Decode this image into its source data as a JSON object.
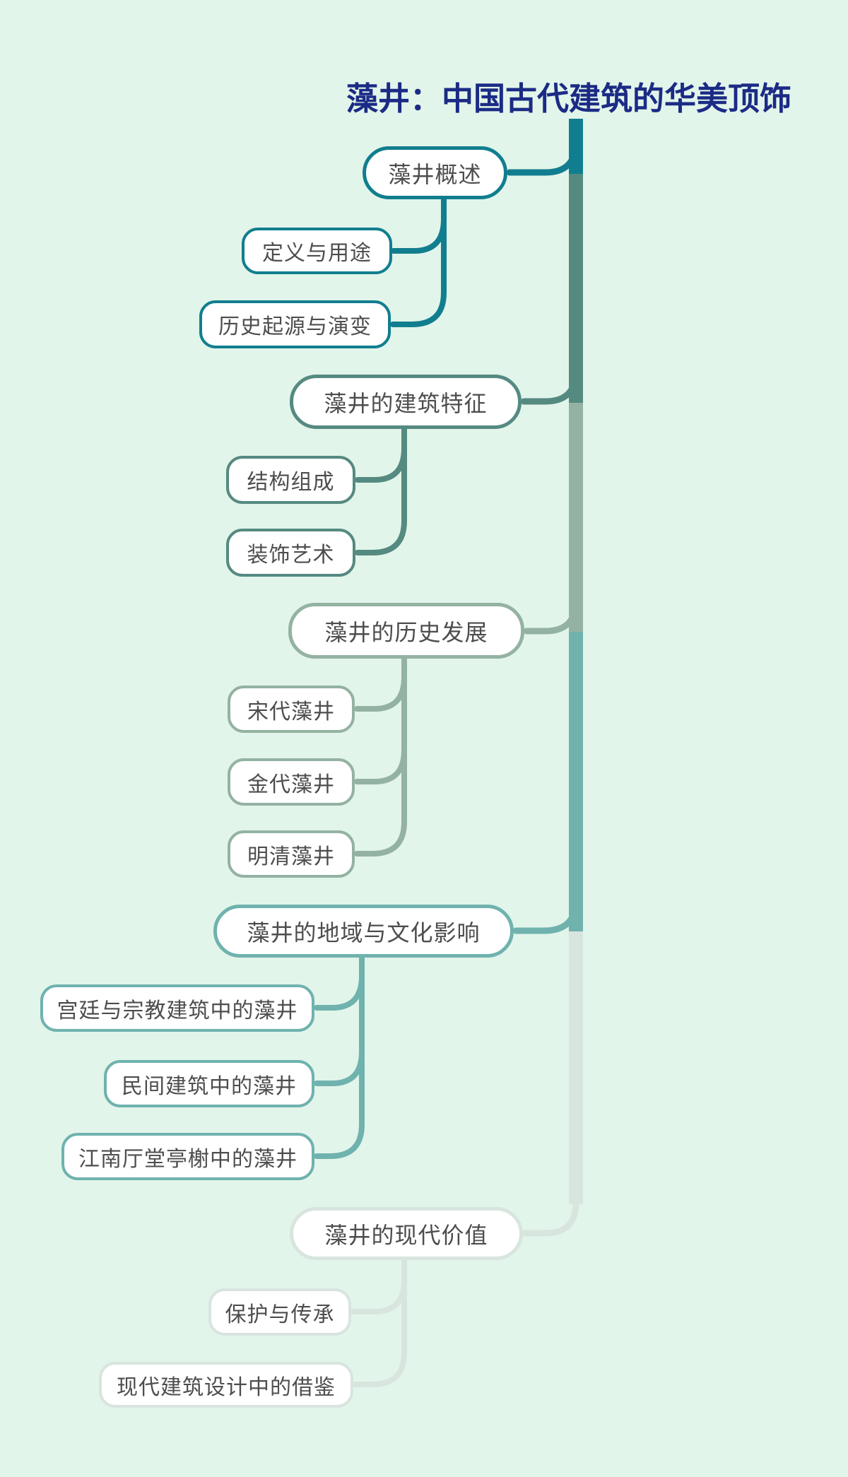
{
  "title": {
    "text": "藻井：中国古代建筑的华美顶饰",
    "color": "#1b2b85"
  },
  "canvas": {
    "background": "#e2f5ea",
    "node_fill": "#ffffff",
    "text_color": "#4d4d4d"
  },
  "branches": [
    {
      "label": "藻井概述",
      "color": "#117e8f",
      "children": [
        {
          "label": "定义与用途"
        },
        {
          "label": "历史起源与演变"
        }
      ]
    },
    {
      "label": "藻井的建筑特征",
      "color": "#558a81",
      "children": [
        {
          "label": "结构组成"
        },
        {
          "label": "装饰艺术"
        }
      ]
    },
    {
      "label": "藻井的历史发展",
      "color": "#94b2a2",
      "children": [
        {
          "label": "宋代藻井"
        },
        {
          "label": "金代藻井"
        },
        {
          "label": "明清藻井"
        }
      ]
    },
    {
      "label": "藻井的地域与文化影响",
      "color": "#6fb2ae",
      "children": [
        {
          "label": "宫廷与宗教建筑中的藻井"
        },
        {
          "label": "民间建筑中的藻井"
        },
        {
          "label": "江南厅堂亭榭中的藻井"
        }
      ]
    },
    {
      "label": "藻井的现代价值",
      "color": "#d8e5df",
      "children": [
        {
          "label": "保护与传承"
        },
        {
          "label": "现代建筑设计中的借鉴"
        }
      ]
    }
  ]
}
